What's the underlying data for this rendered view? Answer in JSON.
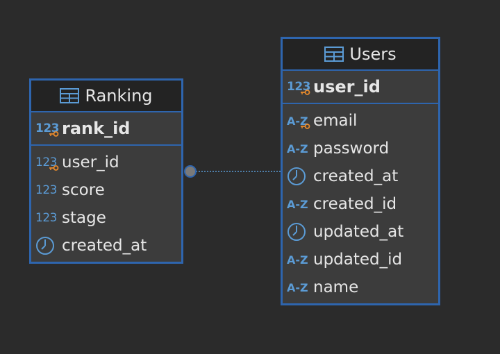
{
  "tables": [
    {
      "id": "ranking",
      "title": "Ranking",
      "pk": {
        "label": "rank_id",
        "type": "number",
        "key": true
      },
      "columns": [
        {
          "label": "user_id",
          "type": "number",
          "key": true
        },
        {
          "label": "score",
          "type": "number",
          "key": false
        },
        {
          "label": "stage",
          "type": "number",
          "key": false
        },
        {
          "label": "created_at",
          "type": "datetime",
          "key": false
        }
      ]
    },
    {
      "id": "users",
      "title": "Users",
      "pk": {
        "label": "user_id",
        "type": "number",
        "key": true
      },
      "columns": [
        {
          "label": "email",
          "type": "string",
          "key": true
        },
        {
          "label": "password",
          "type": "string",
          "key": false
        },
        {
          "label": "created_at",
          "type": "datetime",
          "key": false
        },
        {
          "label": "created_id",
          "type": "string",
          "key": false
        },
        {
          "label": "updated_at",
          "type": "datetime",
          "key": false
        },
        {
          "label": "updated_id",
          "type": "string",
          "key": false
        },
        {
          "label": "name",
          "type": "string",
          "key": false
        }
      ]
    }
  ],
  "icons": {
    "table": "table-icon",
    "number": "numeric-type-icon",
    "string": "string-type-icon",
    "datetime": "clock-icon",
    "key": "key-icon"
  },
  "colors": {
    "border": "#2e65ae",
    "type_icon": "#5b9bd5",
    "key": "#e88a2c",
    "connector": "#5b9bd5"
  }
}
